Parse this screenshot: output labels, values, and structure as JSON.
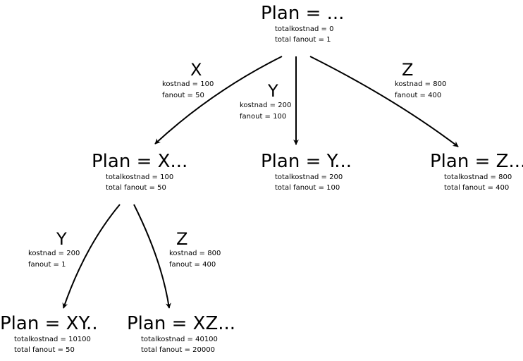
{
  "nodes": {
    "root": {
      "title": "Plan = ...",
      "cost": "totalkostnad = 0",
      "fanout": "total fanout = 1"
    },
    "x": {
      "title": "Plan = X...",
      "cost": "totalkostnad = 100",
      "fanout": "total fanout = 50"
    },
    "y": {
      "title": "Plan = Y...",
      "cost": "totalkostnad = 200",
      "fanout": "total fanout = 100"
    },
    "z": {
      "title": "Plan = Z...",
      "cost": "totalkostnad = 800",
      "fanout": "total fanout = 400"
    },
    "xy": {
      "title": "Plan = XY..",
      "cost": "totalkostnad = 10100",
      "fanout": "total fanout = 50"
    },
    "xz": {
      "title": "Plan = XZ...",
      "cost": "totalkostnad = 40100",
      "fanout": "total fanout = 20000"
    }
  },
  "edges": {
    "root_x": {
      "letter": "X",
      "cost": "kostnad = 100",
      "fanout": "fanout = 50"
    },
    "root_y": {
      "letter": "Y",
      "cost": "kostnad = 200",
      "fanout": "fanout = 100"
    },
    "root_z": {
      "letter": "Z",
      "cost": "kostnad = 800",
      "fanout": "fanout = 400"
    },
    "x_xy": {
      "letter": "Y",
      "cost": "kostnad = 200",
      "fanout": "fanout = 1"
    },
    "x_xz": {
      "letter": "Z",
      "cost": "kostnad = 800",
      "fanout": "fanout = 400"
    }
  }
}
